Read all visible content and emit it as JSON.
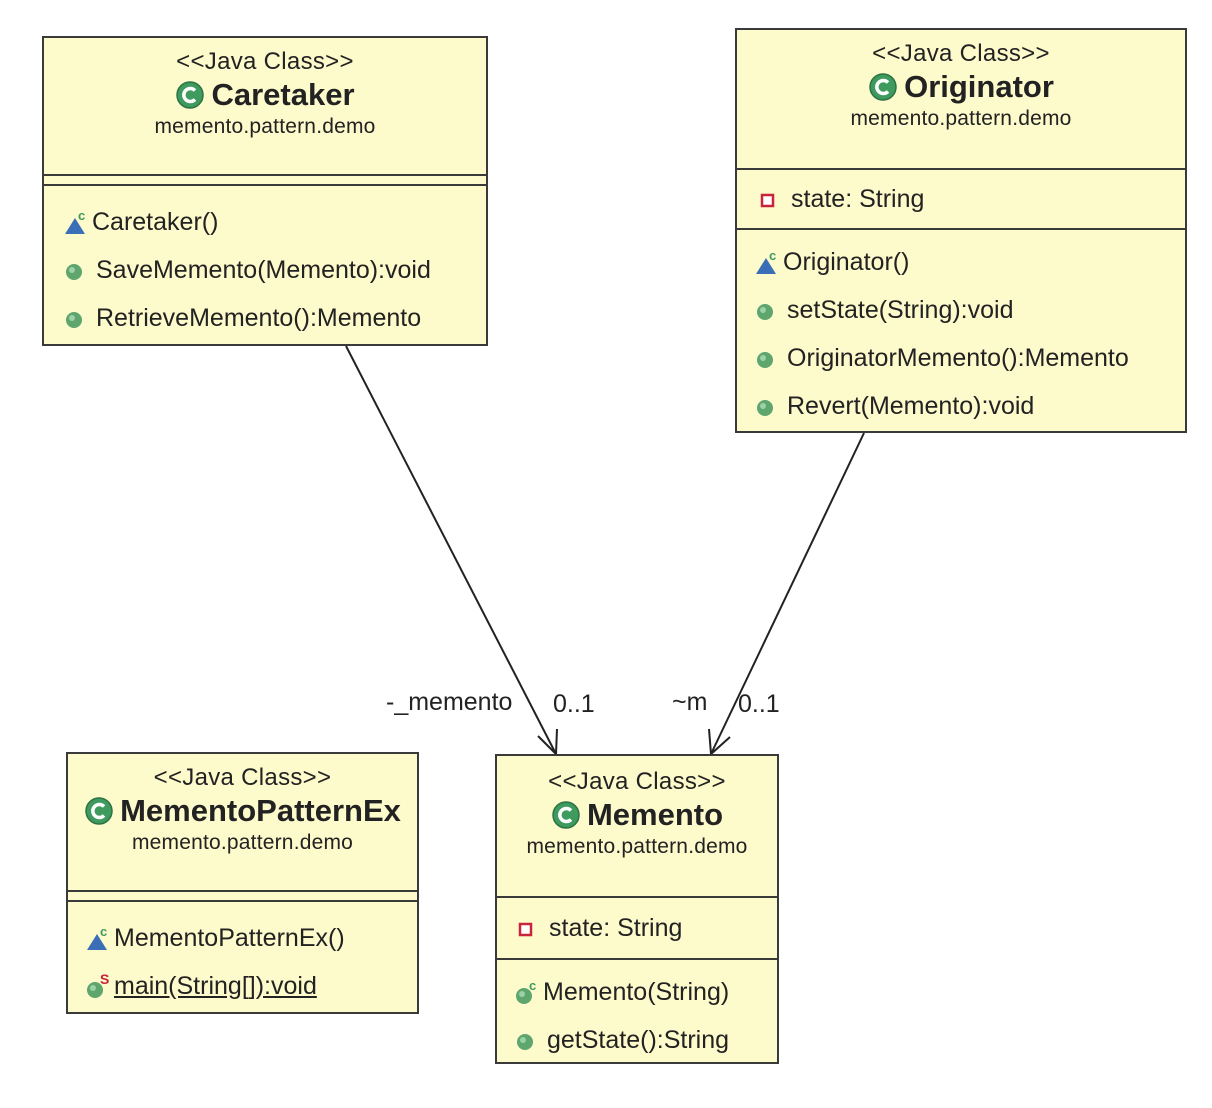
{
  "stereotype": "<<Java Class>>",
  "classes": {
    "caretaker": {
      "name": "Caretaker",
      "package": "memento.pattern.demo",
      "attributes": [],
      "operations": [
        "Caretaker()",
        "SaveMemento(Memento):void",
        "RetrieveMemento():Memento"
      ]
    },
    "originator": {
      "name": "Originator",
      "package": "memento.pattern.demo",
      "attributes": [
        "state: String"
      ],
      "operations": [
        "Originator()",
        "setState(String):void",
        "OriginatorMemento():Memento",
        "Revert(Memento):void"
      ]
    },
    "mementoPatternEx": {
      "name": "MementoPatternEx",
      "package": "memento.pattern.demo",
      "attributes": [],
      "operations": [
        "MementoPatternEx()",
        "main(String[]):void"
      ]
    },
    "memento": {
      "name": "Memento",
      "package": "memento.pattern.demo",
      "attributes": [
        "state: String"
      ],
      "operations": [
        "Memento(String)",
        "getState():String"
      ]
    }
  },
  "associations": [
    {
      "from": "Caretaker",
      "to": "Memento",
      "role": "-_memento",
      "multiplicity": "0..1"
    },
    {
      "from": "Originator",
      "to": "Memento",
      "role": "~m",
      "multiplicity": "0..1"
    }
  ],
  "colors": {
    "class_fill": "#fdfacb",
    "border": "#3a3a3a",
    "class_icon": "#3f9a5e",
    "public_dot": "#5ea56e",
    "private_square": "#c8243c",
    "constructor_triangle": "#3a6fb8"
  },
  "icons": {
    "class": "class-c-icon",
    "constructor": "constructor-triangle-icon",
    "public_method": "public-method-dot-icon",
    "private_field": "private-field-square-icon",
    "static_method": "static-method-icon"
  }
}
